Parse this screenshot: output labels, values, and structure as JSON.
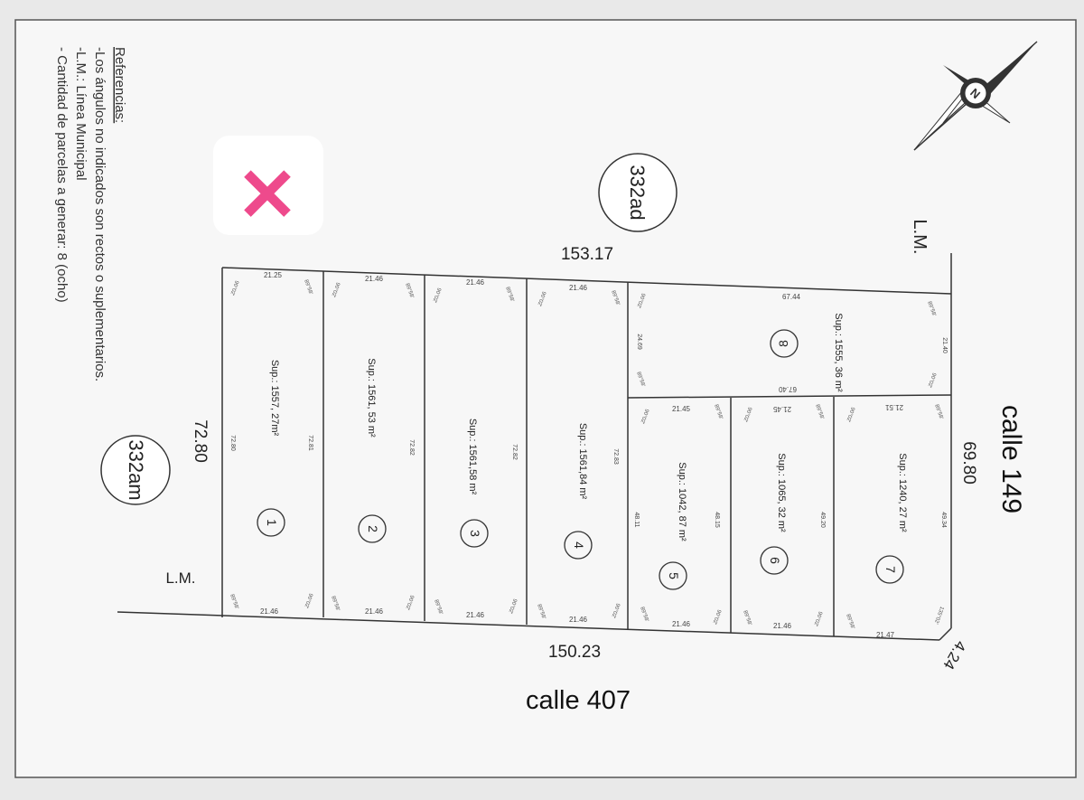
{
  "references": {
    "title": "Referencias:",
    "lines": [
      "-Los ángulos no indicados son rectos o suplementarios.",
      "-L.M.: Línea Municipal",
      "- Cantidad de parcelas a generar: 8 (ocho)"
    ]
  },
  "blocks": {
    "top": "332ad",
    "left": "332am"
  },
  "streets": {
    "bottom": "calle 407",
    "right": "calle 149"
  },
  "line_labels": {
    "top_lm": "L.M.",
    "left_lm": "L.M."
  },
  "dimensions": {
    "top": "153.17",
    "bottom": "150.23",
    "left": "72.80",
    "right": "69.80",
    "corner": "4.24"
  },
  "mark": "✕",
  "compass": {
    "letter": "N"
  },
  "parcels": [
    {
      "number": "1",
      "area": "Sup.: 1557, 27m²",
      "top": "21.25",
      "bottom": "21.46",
      "left": "72.80",
      "right": "72.81",
      "angles": [
        "90°02'",
        "89°58'",
        "90°02'",
        "89°58'"
      ]
    },
    {
      "number": "2",
      "area": "Sup.: 1561, 53 m²",
      "top": "21.46",
      "bottom": "21.46",
      "left": "",
      "right": "72.82",
      "angles": [
        "90°02'",
        "89°58'",
        "90°02'",
        "89°58'"
      ]
    },
    {
      "number": "3",
      "area": "Sup.: 1561,58 m²",
      "top": "21.46",
      "bottom": "21.46",
      "left": "",
      "right": "72.82",
      "angles": [
        "90°02'",
        "89°58'",
        "90°02'",
        "89°58'"
      ]
    },
    {
      "number": "4",
      "area": "Sup.: 1561,84 m²",
      "top": "21.46",
      "bottom": "21.46",
      "left": "",
      "right": "72.83",
      "angles": [
        "90°02'",
        "89°58'",
        "90°02'",
        "89°58'"
      ]
    },
    {
      "number": "5",
      "area": "Sup.: 1042, 87 m²",
      "top": "21.45",
      "bottom": "21.46",
      "left": "48.11",
      "right": "48.15",
      "angles": [
        "90°02'",
        "89°58'",
        "90°02'",
        "89°58'"
      ]
    },
    {
      "number": "6",
      "area": "Sup.: 1065, 32 m²",
      "top": "21.45",
      "bottom": "21.46",
      "left": "",
      "right": "49.20",
      "angles": [
        "90°02'",
        "89°58'",
        "90°02'",
        "89°58'"
      ]
    },
    {
      "number": "7",
      "area": "Sup.: 1240, 27 m²",
      "top": "21.51",
      "bottom": "21.47",
      "left": "",
      "right": "49.34",
      "angles": [
        "90°02'",
        "89°58'",
        "135°02'",
        "89°58'"
      ]
    },
    {
      "number": "8",
      "area": "Sup.: 1555, 36 m²",
      "top": "67.44",
      "bottom": "67.40",
      "left": "24.69",
      "right": "21.40",
      "angles": [
        "90°02'",
        "89°58'",
        "90°02'",
        "89°58'"
      ]
    }
  ]
}
